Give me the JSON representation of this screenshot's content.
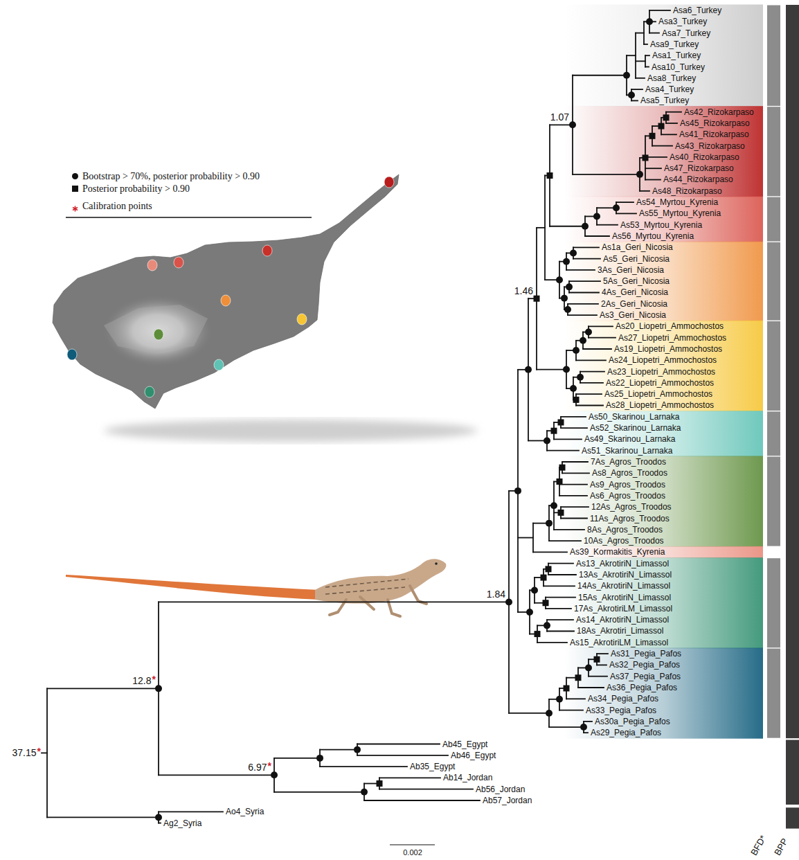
{
  "diagram": {
    "nodes": [
      {
        "text": [
          "Asa6_Turkey",
          "Asa3_Turkey",
          "Asa7_Turkey",
          "Asa9_Turkey",
          "Asa1_Turkey",
          "Asa10_Turkey",
          "Asa8_Turkey",
          "Asa4_Turkey",
          "Asa5_Turkey"
        ]
      },
      {
        "text": [
          "As42_Rizokarpaso",
          "As45_Rizokarpaso",
          "As41_Rizokarpaso",
          "As43_Rizokarpaso",
          "As40_Rizokarpaso",
          "As47_Rizokarpaso",
          "As44_Rizokarpaso",
          "As48_Rizokarpaso"
        ]
      },
      {
        "text": [
          "As54_Myrtou_Kyrenia",
          "As55_Myrtou_Kyrenia",
          "As53_Myrtou_Kyrenia",
          "As56_Myrtou_Kyrenia"
        ]
      },
      {
        "text": [
          "As1a_Geri_Nicosia",
          "As5_Geri_Nicosia",
          "3As_Geri_Nicosia",
          "5As_Geri_Nicosia",
          "4As_Geri_Nicosia",
          "2As_Geri_Nicosia",
          "As3_Geri_Nicosia"
        ]
      },
      {
        "text": [
          "As20_Liopetri_Ammochostos",
          "As27_Liopetri_Ammochostos",
          "As19_Liopetri_Ammochostos",
          "As24_Liopetri_Ammochostos",
          "As23_Liopetri_Ammochostos",
          "As22_Liopetri_Ammochostos",
          "As25_Liopetri_Ammochostos",
          "As28_Liopetri_Ammochostos"
        ]
      },
      {
        "text": [
          "As50_Skarinou_Larnaka",
          "As52_Skarinou_Larnaka",
          "As49_Skarinou_Larnaka",
          "As51_Skarinou_Larnaka"
        ]
      },
      {
        "text": [
          "7As_Agros_Troodos",
          "As8_Agros_Troodos",
          "As9_Agros_Troodos",
          "As6_Agros_Troodos",
          "12As_Agros_Troodos",
          "11As_Agros_Troodos",
          "8As_Agros_Troodos",
          "10As_Agros_Troodos"
        ]
      },
      {
        "text": [
          "As39_Kormakitis_Kyrenia"
        ]
      },
      {
        "text": [
          "As13_AkrotiriN_Limassol",
          "13As_AkrotiriN_Limassol",
          "14As_AkrotiriN_Limassol",
          "15As_AkrotiriN_Limassol",
          "17As_AkrotiriLM_Limassol",
          "As14_AkrotiriN_Limassol",
          "18As_Akrotiri_Limassol",
          "As15_AkrotiriLM_Limassol"
        ]
      },
      {
        "text": [
          "As31_Pegia_Pafos",
          "As32_Pegia_Pafos",
          "As37_Pegia_Pafos",
          "As36_Pegia_Pafos",
          "As34_Pegia_Pafos",
          "As33_Pegia_Pafos",
          "As30a_Pegia_Pafos",
          "As29_Pegia_Pafos"
        ]
      }
    ],
    "labels": [
      "Ab45_Egypt",
      "Ab46_Egypt",
      "Ab35_Egypt",
      "Ab14_Jordan",
      "Ab56_Jordan",
      "Ab57_Jordan",
      "Ao4_Syria",
      "Ag2_Syria",
      "1.07",
      "1.46",
      "1.84",
      "12.8",
      "*",
      "6.97",
      "*",
      "37.15",
      "*",
      "0.002",
      "BFD*",
      "BPP"
    ],
    "legend": [
      {
        "text": "Bootstrap > 70%, posterior probability > 0.90"
      },
      {
        "text": "Posterior probability > 0.90"
      },
      {
        "text": "Calibration points"
      }
    ]
  }
}
